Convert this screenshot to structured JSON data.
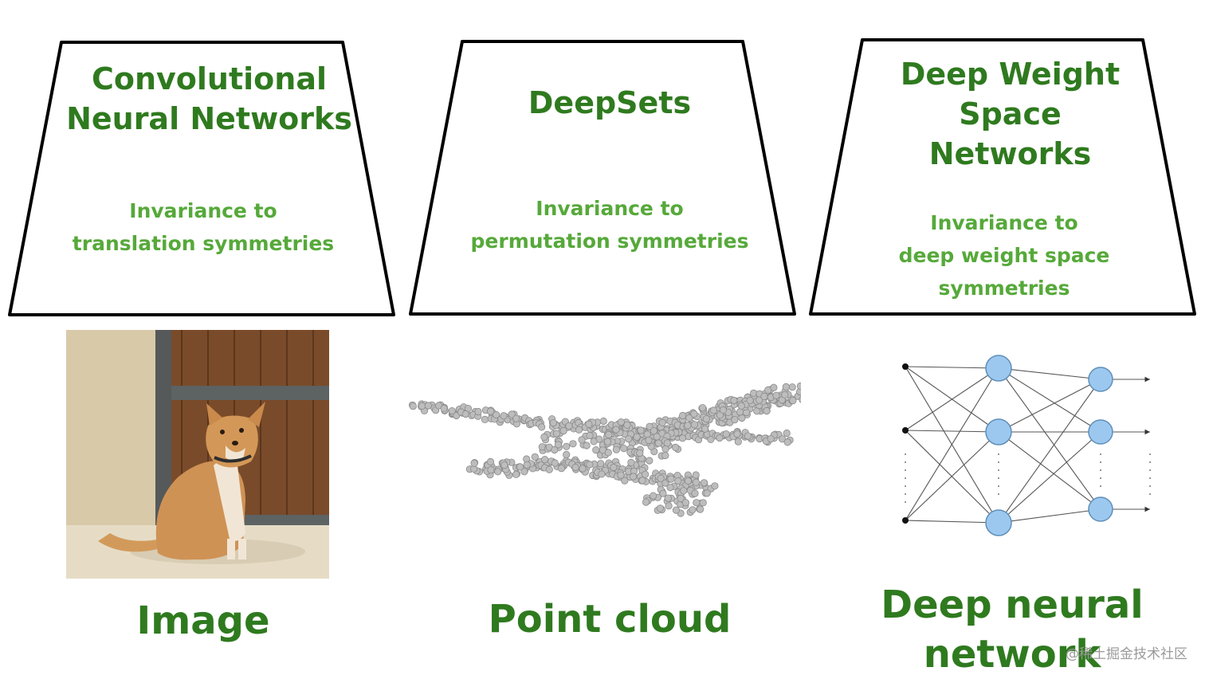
{
  "columns": [
    {
      "title": "Convolutional\nNeural Networks",
      "subtitle": "Invariance to\ntranslation symmetries",
      "label": "Image",
      "image_icon": "dog-photo"
    },
    {
      "title": "DeepSets",
      "subtitle": "Invariance to\npermutation symmetries",
      "label": "Point cloud",
      "image_icon": "airplane-point-cloud"
    },
    {
      "title": "Deep Weight\nSpace\nNetworks",
      "subtitle": "Invariance to\ndeep weight space\nsymmetries",
      "label": "Deep neural\nnetwork",
      "image_icon": "neural-network-diagram"
    }
  ],
  "watermark": "@稀土掘金技术社区",
  "colors": {
    "title_green": "#2f7a1f",
    "subtitle_green": "#56a93a",
    "outline": "#000000",
    "neuron_fill": "#9cc8f0"
  }
}
